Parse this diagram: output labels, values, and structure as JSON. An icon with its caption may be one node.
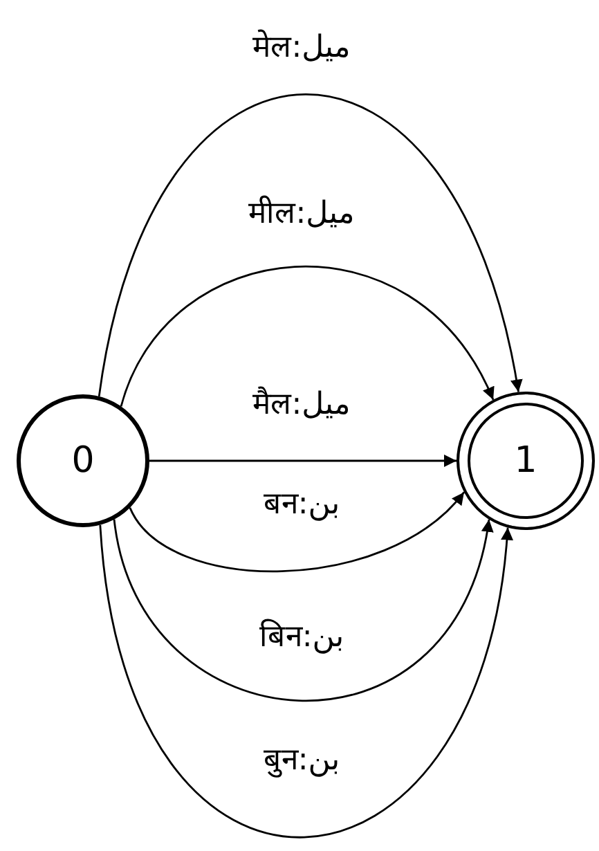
{
  "diagram": {
    "nodes": [
      {
        "text": [
          "0"
        ]
      },
      {
        "text": [
          "1"
        ]
      }
    ],
    "edges": [
      {
        "from": 0,
        "to": 1,
        "arrow": "to",
        "label": "मेल:ميل"
      },
      {
        "from": 0,
        "to": 1,
        "arrow": "to",
        "label": "मील:ميل"
      },
      {
        "from": 0,
        "to": 1,
        "arrow": "to",
        "label": "मैल:ميل"
      },
      {
        "from": 0,
        "to": 1,
        "arrow": "to",
        "label": "बन:بن"
      },
      {
        "from": 0,
        "to": 1,
        "arrow": "to",
        "label": "बिन:بن"
      },
      {
        "from": 0,
        "to": 1,
        "arrow": "to",
        "label": "बुन:بن"
      }
    ]
  }
}
